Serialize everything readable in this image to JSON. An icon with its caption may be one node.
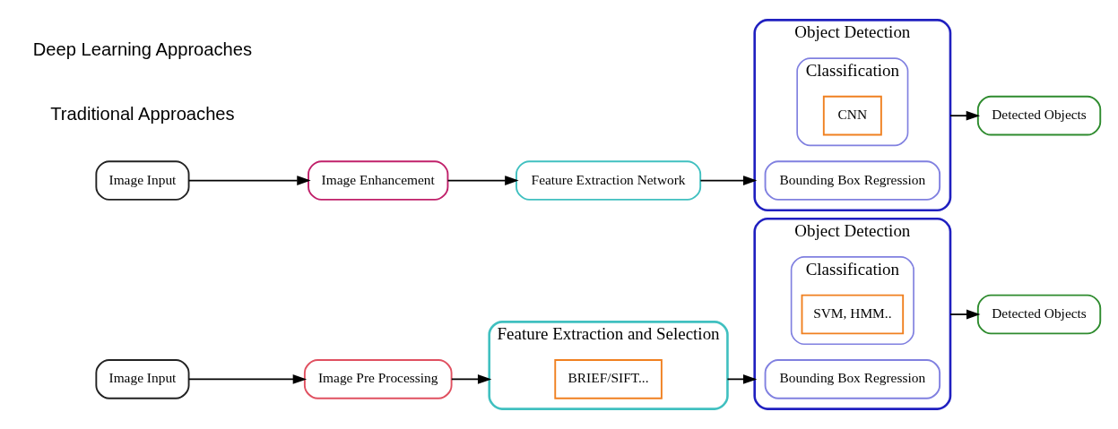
{
  "diagram": {
    "nodes": [
      {
        "text": [
          "Image Input"
        ]
      },
      {
        "text": [
          "Image Pre Processing"
        ]
      },
      {
        "text": [
          "Feature Extraction and Selection"
        ]
      },
      {
        "text": [
          "BRIEF/SIFT..."
        ],
        "in": 2
      },
      {
        "text": [
          "Object Detection"
        ]
      },
      {
        "text": [
          "Bounding Box Regression"
        ],
        "in": 4
      },
      {
        "text": [
          "Classification"
        ],
        "in": 4
      },
      {
        "text": [
          "SVM, HMM.."
        ],
        "in": 6
      },
      {
        "text": [
          "Detected Objects"
        ]
      },
      {
        "text": [
          "Image Input"
        ]
      },
      {
        "text": [
          "Image Enhancement"
        ]
      },
      {
        "text": [
          "Feature Extraction Network"
        ]
      },
      {
        "text": [
          "Object Detection"
        ]
      },
      {
        "text": [
          "Bounding Box Regression"
        ],
        "in": 12
      },
      {
        "text": [
          "Classification"
        ],
        "in": 12
      },
      {
        "text": [
          "CNN"
        ],
        "in": 14
      },
      {
        "text": [
          "Detected Objects"
        ]
      }
    ],
    "edges": [
      {
        "from": 0,
        "to": 1,
        "arrow": "to"
      },
      {
        "from": 1,
        "to": 2,
        "arrow": "to"
      },
      {
        "from": 2,
        "to": 4,
        "arrow": "to"
      },
      {
        "from": 4,
        "to": 8,
        "arrow": "to"
      },
      {
        "from": 9,
        "to": 10,
        "arrow": "to"
      },
      {
        "from": 10,
        "to": 11,
        "arrow": "to"
      },
      {
        "from": 11,
        "to": 12,
        "arrow": "to"
      },
      {
        "from": 12,
        "to": 16,
        "arrow": "to"
      }
    ],
    "labels": [
      "Traditional Approaches",
      "Deep Learning Approaches"
    ]
  }
}
